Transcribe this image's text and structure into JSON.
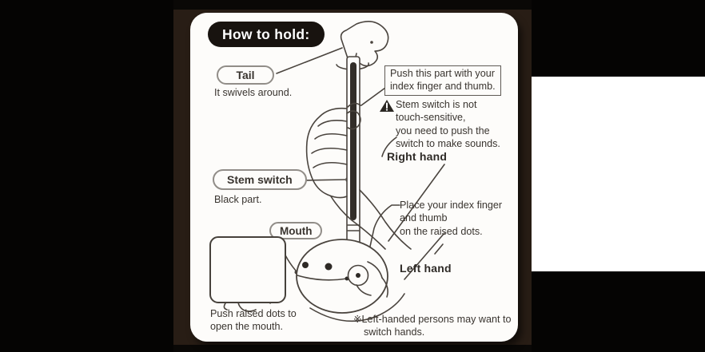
{
  "card": {
    "title": "How to hold:",
    "tail": {
      "label": "Tail",
      "caption": "It swivels around."
    },
    "push_box_text": "Push this part with your\nindex finger and thumb.",
    "warning_text": "Stem switch is not\ntouch-sensitive,\nyou need to push the\nswitch to make sounds.",
    "right_hand_label": "Right hand",
    "stem_switch": {
      "label": "Stem switch",
      "caption": "Black part."
    },
    "mouth_label": "Mouth",
    "place_fingers_text": "Place your index finger\nand thumb\non the raised dots.",
    "left_hand_label": "Left hand",
    "inset_caption": "Push raised dots to\nopen the mouth.",
    "footnote": "※Left-handed persons may want to\nswitch hands."
  },
  "icons": {
    "warning": "warning-triangle",
    "inset_arrows": "inward-push-arrows",
    "swivel": "swivel-arc"
  },
  "colors": {
    "backdrop": "#050403",
    "photo_background": "#281d15",
    "card_background": "#fdfcfa",
    "title_pill_background": "#18130f",
    "ink": "#39342f",
    "pill_border": "#918d88",
    "white_panel": "#ffffff",
    "sketch_stroke": "#4a443e"
  }
}
